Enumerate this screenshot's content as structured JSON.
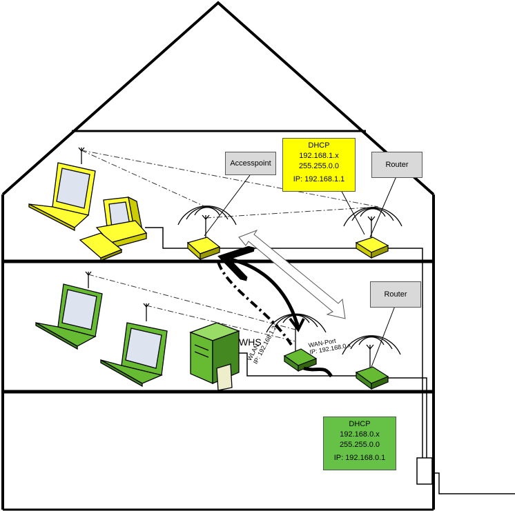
{
  "labels": {
    "accesspoint": "Accesspoint",
    "router_top": "Router",
    "router_mid": "Router",
    "whs": "WHS",
    "wlan_name": "WLAN",
    "wlan_ip": "IP: 192.168.1.2",
    "wan_name": "WAN-Port",
    "wan_ip": "IP: 192.168.0.x"
  },
  "dhcp_top": {
    "title": "DHCP",
    "range": "192.168.1.x",
    "mask": "255.255.0.0",
    "ip": "IP: 192.168.1.1"
  },
  "dhcp_bottom": {
    "title": "DHCP",
    "range": "192.168.0.x",
    "mask": "255.255.0.0",
    "ip": "IP: 192.168.0.1"
  },
  "colors": {
    "yellow_device": "#ffff33",
    "green_device": "#66bb33",
    "dhcp_top_bg": "#ffff00",
    "dhcp_bottom_bg": "#66c147",
    "label_bg": "#d9d9d9"
  }
}
